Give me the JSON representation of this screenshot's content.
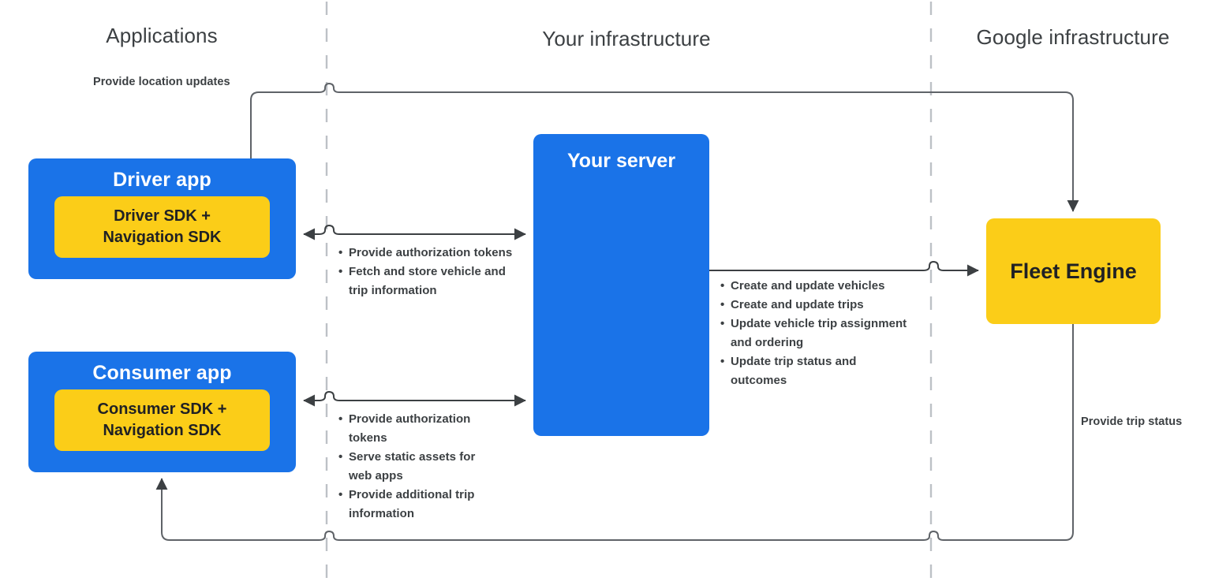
{
  "diagram": {
    "title": "Fleet Engine integration architecture",
    "colors": {
      "app_blue": "#1a73e8",
      "sdk_yellow": "#fbcd18",
      "text_dark": "#3c4043",
      "divider_gray": "#bdc1c6",
      "wire_gray": "#5f6368"
    }
  },
  "columns": [
    {
      "label": "Applications"
    },
    {
      "label": "Your infrastructure"
    },
    {
      "label": "Google infrastructure"
    }
  ],
  "boxes": {
    "driver_app": {
      "title": "Driver app",
      "sdk_label": "Driver SDK +\nNavigation SDK"
    },
    "consumer_app": {
      "title": "Consumer app",
      "sdk_label": "Consumer SDK +\nNavigation SDK"
    },
    "server": {
      "title": "Your server"
    },
    "fleet_engine": {
      "title": "Fleet Engine"
    }
  },
  "edge_labels": {
    "location_updates": "Provide location updates",
    "trip_status": "Provide trip status"
  },
  "bullet_groups": {
    "driver_to_server": [
      "Provide authorization tokens",
      "Fetch and store vehicle and trip information"
    ],
    "consumer_to_server": [
      "Provide authorization tokens",
      "Serve static assets for web apps",
      "Provide additional trip information"
    ],
    "server_to_engine": [
      "Create and update vehicles",
      "Create and update trips",
      "Update vehicle trip assignment and ordering",
      "Update trip status and outcomes"
    ]
  }
}
